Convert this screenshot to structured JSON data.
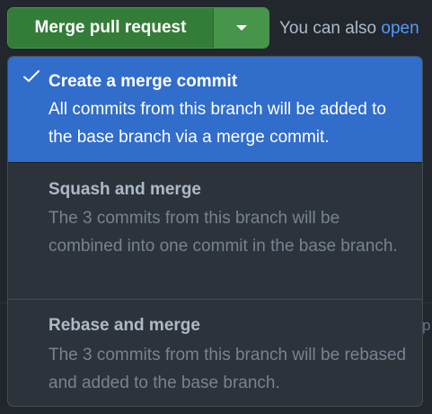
{
  "merge_button": {
    "label": "Merge pull request",
    "caret_icon": "triangle-down-icon"
  },
  "also": {
    "text": "You can also ",
    "link": "open"
  },
  "background": {
    "ghost_text": "p"
  },
  "merge_menu": {
    "items": [
      {
        "title": "Create a merge commit",
        "description": "All commits from this branch will be added to the base branch via a merge commit.",
        "selected": true,
        "icon": "check-icon"
      },
      {
        "title": "Squash and merge",
        "description": "The 3 commits from this branch will be combined into one commit in the base branch.",
        "selected": false
      },
      {
        "title": "Rebase and merge",
        "description": "The 3 commits from this branch will be rebased and added to the base branch.",
        "selected": false
      }
    ]
  },
  "colors": {
    "selected_bg": "#316dca",
    "button_green": "#347d39",
    "link_blue": "#539bf5",
    "menu_bg": "#2d333b"
  }
}
